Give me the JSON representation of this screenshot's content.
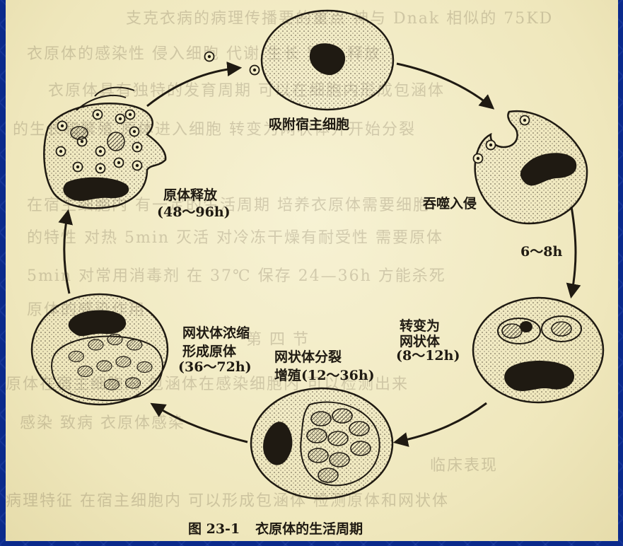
{
  "figure": {
    "number": "图 23-1",
    "title": "衣原体的生活周期"
  },
  "stages": {
    "adsorb": "吸附宿主细胞",
    "invade": "吞噬入侵",
    "interval_1": "6～8h",
    "transform_line1": "转变为",
    "transform_line2": "网状体",
    "transform_time": "(8～12h)",
    "divide_line1": "网状体分裂",
    "divide_line2": "增殖(12～36h)",
    "condense_line1": "网状体浓缩",
    "condense_line2": "形成原体",
    "condense_time": "(36～72h)",
    "release_line1": "原体释放",
    "release_time": "(48～96h)"
  },
  "colors": {
    "slide_background": "#0b2a8c",
    "paper": "#f3edc7",
    "ink": "#1f1a12"
  }
}
